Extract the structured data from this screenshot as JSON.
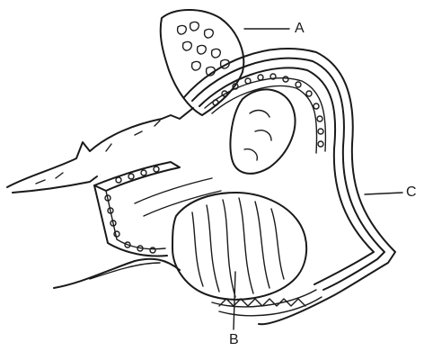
{
  "labels": {
    "a": "A",
    "b": "B",
    "c": "C"
  },
  "colors": {
    "ink": "#1a1a1a",
    "background": "#ffffff"
  }
}
